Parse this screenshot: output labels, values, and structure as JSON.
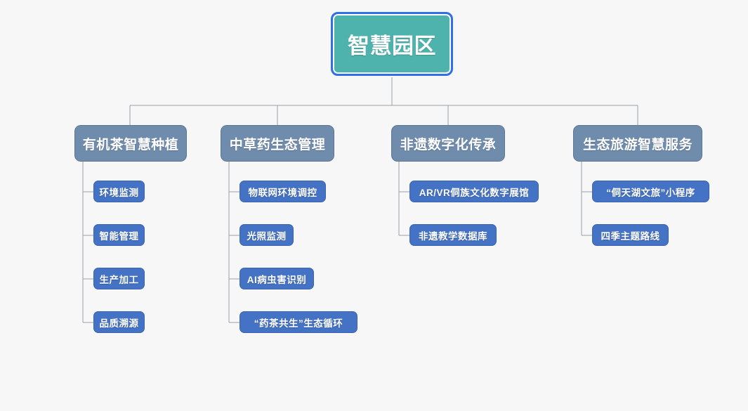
{
  "diagram": {
    "type": "tree",
    "title": "智慧园区",
    "background_color": "#f7f7f7",
    "colors": {
      "root_fill": "#4fb3ad",
      "root_border": "#2f6fe8",
      "branch_fill": "#708cac",
      "branch_border": "#5c7795",
      "leaf_fill": "#4472c4",
      "leaf_border": "#3b65b0",
      "edge": "#9aa0a6",
      "text": "#ffffff"
    },
    "root": {
      "label": "智慧园区"
    },
    "branches": [
      {
        "label": "有机茶智慧种植",
        "children": [
          {
            "label": "环境监测"
          },
          {
            "label": "智能管理"
          },
          {
            "label": "生产加工"
          },
          {
            "label": "品质溯源"
          }
        ]
      },
      {
        "label": "中草药生态管理",
        "children": [
          {
            "label": "物联网环境调控"
          },
          {
            "label": "光照监测"
          },
          {
            "label": "AI病虫害识别"
          },
          {
            "label": "“药茶共生”生态循环"
          }
        ]
      },
      {
        "label": "非遗数字化传承",
        "children": [
          {
            "label": "AR/VR侗族文化数字展馆"
          },
          {
            "label": "非遗教学数据库"
          }
        ]
      },
      {
        "label": "生态旅游智慧服务",
        "children": [
          {
            "label": "“侗天湖文旅”小程序"
          },
          {
            "label": "四季主题路线"
          }
        ]
      }
    ]
  }
}
